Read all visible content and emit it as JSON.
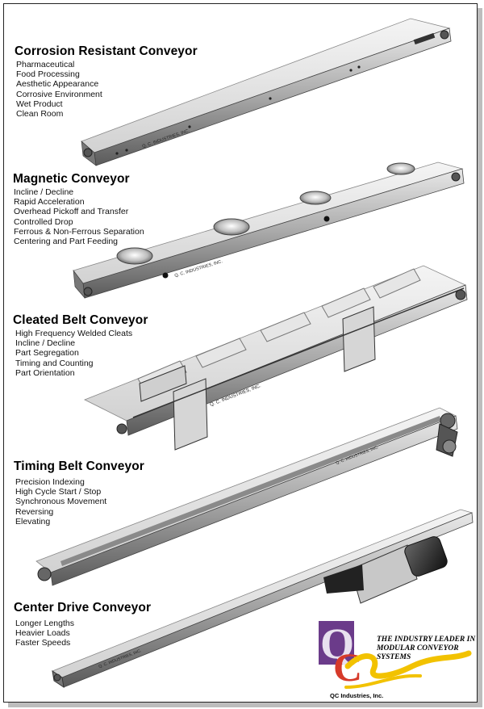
{
  "sections": [
    {
      "title": "Corrosion Resistant Conveyor",
      "features": [
        "Pharmaceutical",
        "Food Processing",
        "Aesthetic Appearance",
        "Corrosive Environment",
        "Wet Product",
        "Clean Room"
      ]
    },
    {
      "title": "Magnetic Conveyor",
      "features": [
        "Incline / Decline",
        "Rapid Acceleration",
        "Overhead Pickoff and Transfer",
        "Controlled Drop",
        "Ferrous & Non-Ferrous Separation",
        "Centering and Part Feeding"
      ]
    },
    {
      "title": "Cleated Belt Conveyor",
      "features": [
        "High Frequency Welded Cleats",
        "Incline / Decline",
        "Part Segregation",
        "Timing and Counting",
        "Part Orientation"
      ]
    },
    {
      "title": "Timing Belt Conveyor",
      "features": [
        "Precision Indexing",
        "High Cycle Start / Stop",
        "Synchronous Movement",
        "Reversing",
        "Elevating"
      ]
    },
    {
      "title": "Center Drive Conveyor",
      "features": [
        "Longer Lengths",
        "Heavier Loads",
        "Faster Speeds"
      ]
    }
  ],
  "frame_labels": {
    "corrosion": "Q. C. INDUSTRIES, INC.",
    "magnetic": "Q. C. INDUSTRIES, INC.",
    "cleated": "Q. C. INDUSTRIES, INC.",
    "timing": "Q. C. INDUSTRIES, INC.",
    "center": "Q. C. INDUSTRIES, INC."
  },
  "logo": {
    "tagline_line1": "The Industry Leader In",
    "tagline_line2": "Modular Conveyor Systems",
    "caption": "QC Industries, Inc.",
    "colors": {
      "q": "#6b3b8a",
      "c": "#d63a2a",
      "swoosh": "#f2c200"
    }
  }
}
